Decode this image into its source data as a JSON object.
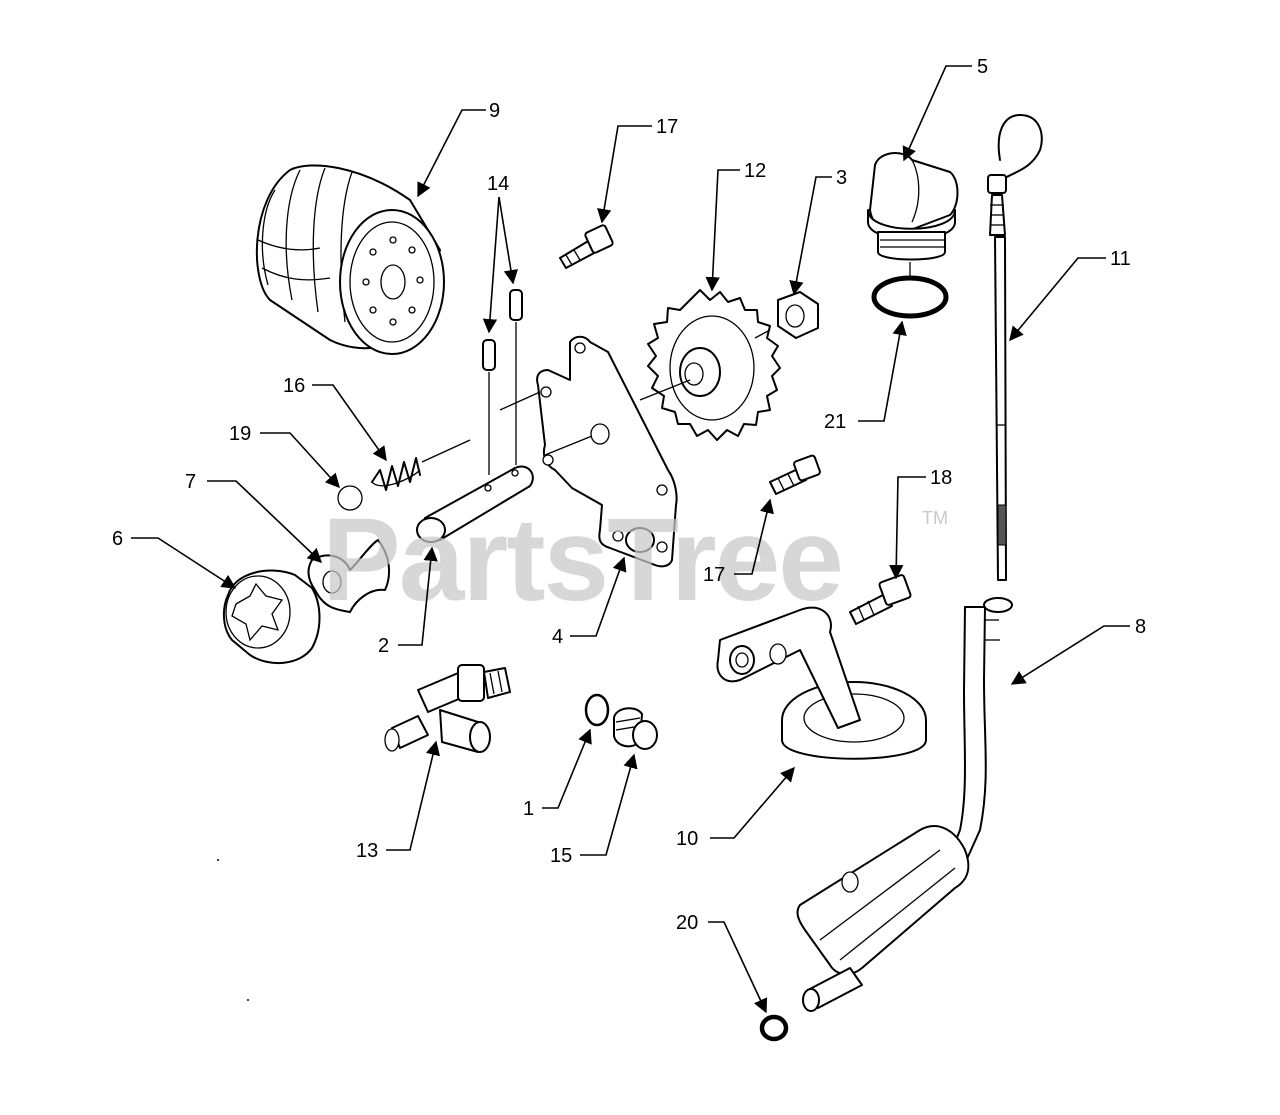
{
  "watermark": {
    "text": "PartsTree",
    "mark": "TM"
  },
  "callouts": [
    {
      "id": "1",
      "label": "1"
    },
    {
      "id": "2",
      "label": "2"
    },
    {
      "id": "3",
      "label": "3"
    },
    {
      "id": "4",
      "label": "4"
    },
    {
      "id": "5",
      "label": "5"
    },
    {
      "id": "6",
      "label": "6"
    },
    {
      "id": "7",
      "label": "7"
    },
    {
      "id": "8",
      "label": "8"
    },
    {
      "id": "9",
      "label": "9"
    },
    {
      "id": "10",
      "label": "10"
    },
    {
      "id": "11",
      "label": "11"
    },
    {
      "id": "12",
      "label": "12"
    },
    {
      "id": "13",
      "label": "13"
    },
    {
      "id": "14",
      "label": "14"
    },
    {
      "id": "15",
      "label": "15"
    },
    {
      "id": "16",
      "label": "16"
    },
    {
      "id": "17a",
      "label": "17"
    },
    {
      "id": "17b",
      "label": "17"
    },
    {
      "id": "18",
      "label": "18"
    },
    {
      "id": "19",
      "label": "19"
    },
    {
      "id": "20",
      "label": "20"
    },
    {
      "id": "21",
      "label": "21"
    }
  ]
}
